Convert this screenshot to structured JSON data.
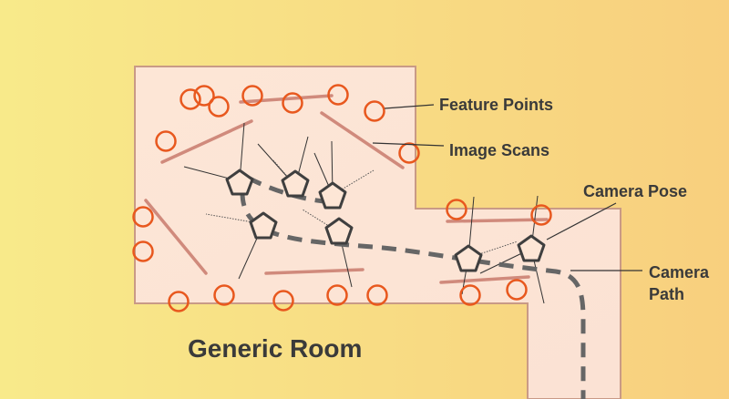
{
  "title": "Generic Room",
  "labels": {
    "feature_points": "Feature Points",
    "image_scans": "Image Scans",
    "camera_pose": "Camera Pose",
    "camera_path_line1": "Camera",
    "camera_path_line2": "Path"
  },
  "colors": {
    "background_left": "#f8ea8a",
    "background_right": "#f8cf7e",
    "room_fill": "#fde6d6",
    "room_border": "#c99a86",
    "feature_point": "#e8581e",
    "image_scan": "#d08a7c",
    "camera_path": "#666666",
    "camera_pose": "#3f3f3f"
  },
  "icons": {
    "feature_point": "circle",
    "camera_pose": "pentagon",
    "camera_path": "dashed-line"
  }
}
